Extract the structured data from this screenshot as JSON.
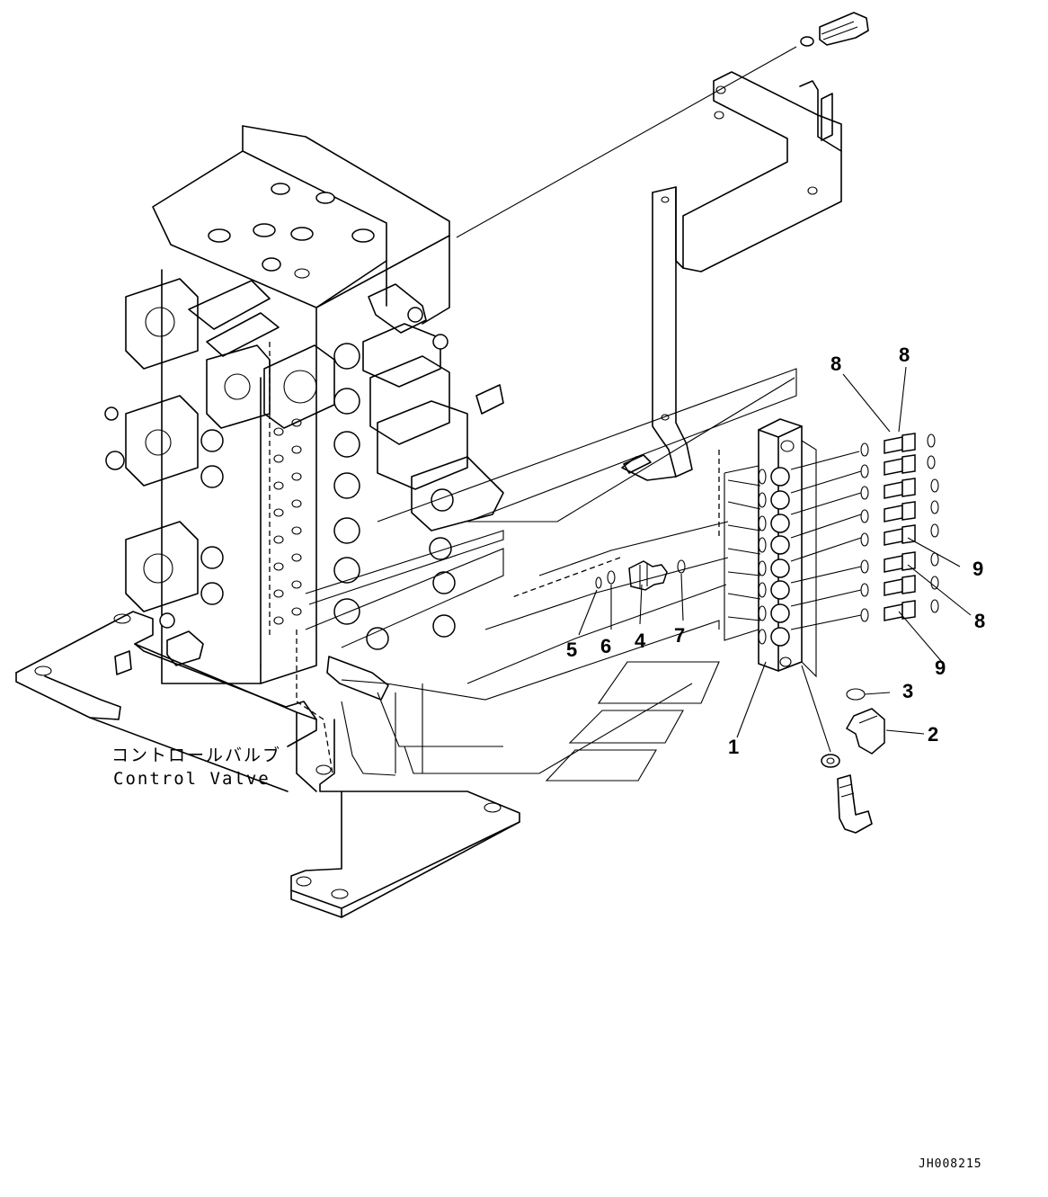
{
  "diagram": {
    "caption_jp": "コントロールバルブ",
    "caption_en": "Control Valve",
    "drawing_number": "JH008215"
  },
  "callouts": [
    {
      "id": "c1",
      "label": "1"
    },
    {
      "id": "c2",
      "label": "2"
    },
    {
      "id": "c3",
      "label": "3"
    },
    {
      "id": "c4",
      "label": "4"
    },
    {
      "id": "c5",
      "label": "5"
    },
    {
      "id": "c6",
      "label": "6"
    },
    {
      "id": "c7",
      "label": "7"
    },
    {
      "id": "c8a",
      "label": "8"
    },
    {
      "id": "c8b",
      "label": "8"
    },
    {
      "id": "c8c",
      "label": "8"
    },
    {
      "id": "c9a",
      "label": "9"
    },
    {
      "id": "c9b",
      "label": "9"
    }
  ]
}
